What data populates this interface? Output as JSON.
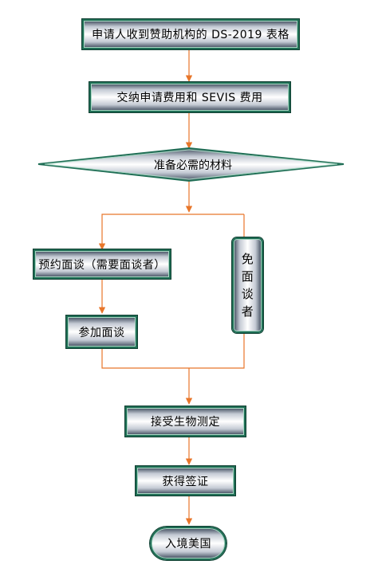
{
  "steps": {
    "s1": "申请人收到赞助机构的 DS-2019 表格",
    "s2": "交纳申请费用和 SEVIS 费用",
    "s3": "准备必需的材料",
    "s4": "预约面谈（需要面谈者）",
    "s5": "参加面谈",
    "s6_chars": [
      "免",
      "面",
      "谈",
      "者"
    ],
    "s7": "接受生物测定",
    "s8": "获得签证",
    "s9": "入境美国"
  },
  "colors": {
    "connector": "#e8762a",
    "border": "#1f6e55"
  }
}
